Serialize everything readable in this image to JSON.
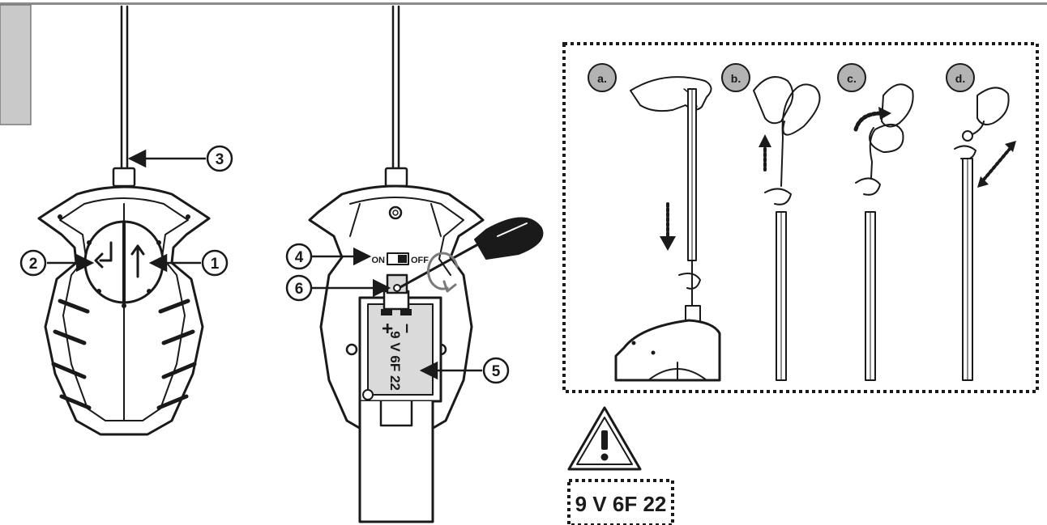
{
  "callouts": {
    "c1": "1",
    "c2": "2",
    "c3": "3",
    "c4": "4",
    "c5": "5",
    "c6": "6"
  },
  "switch": {
    "on": "ON",
    "off": "OFF"
  },
  "battery": {
    "minus": "–",
    "plus": "+",
    "model": "9 V 6F 22"
  },
  "steps": {
    "a": "a.",
    "b": "b.",
    "c": "c.",
    "d": "d."
  },
  "warning": {
    "battery_label": "9 V 6F 22"
  },
  "colors": {
    "ink": "#1a1a1a",
    "grey": "#b3b3b3",
    "tab": "#c9c9c9"
  }
}
